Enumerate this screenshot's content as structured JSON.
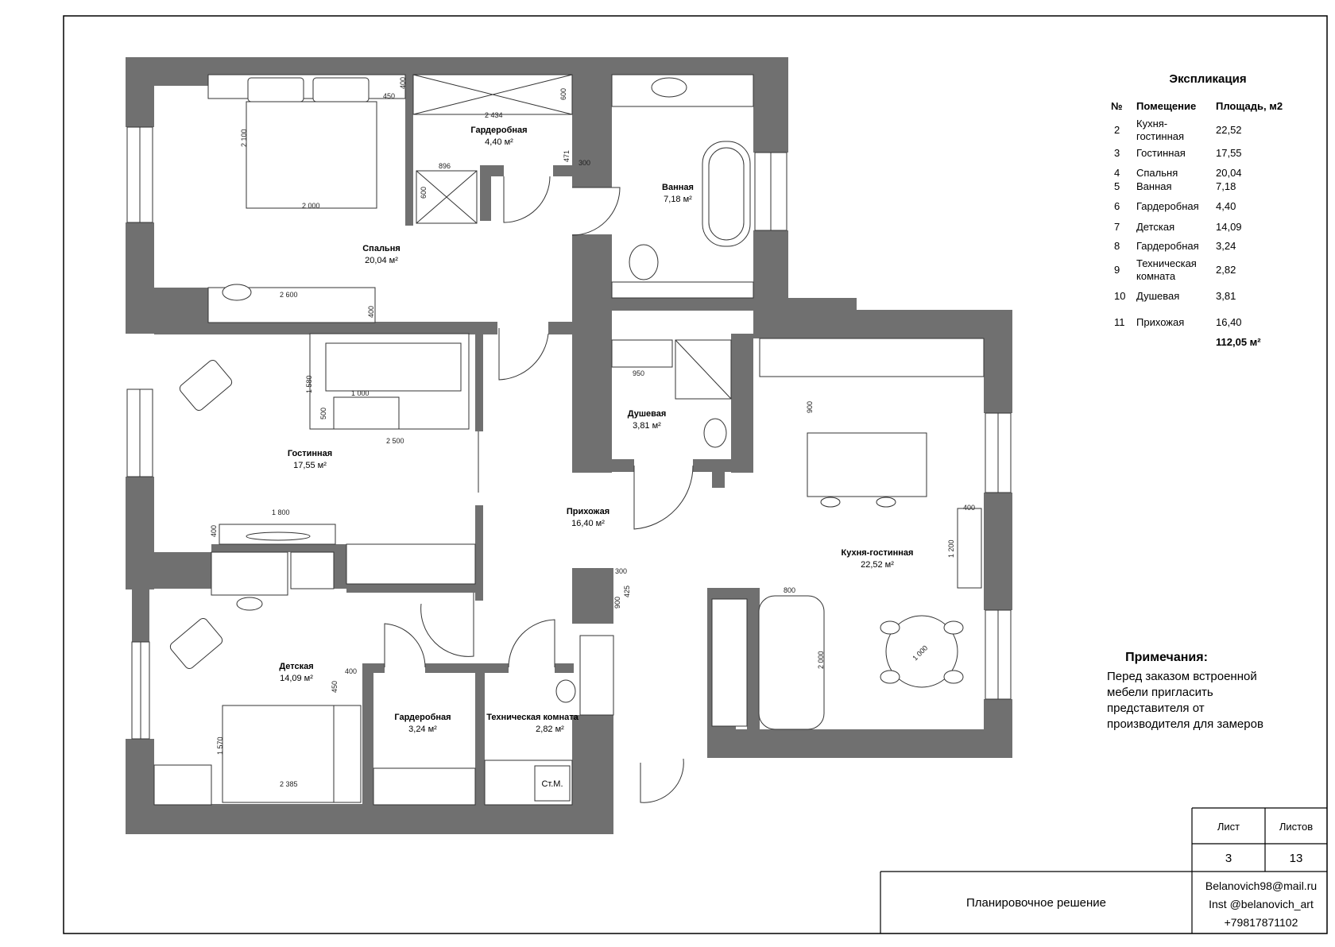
{
  "rooms": [
    {
      "name": "Спальня",
      "area": "20,04 м²"
    },
    {
      "name": "Гардеробная",
      "area": "4,40 м²"
    },
    {
      "name": "Ванная",
      "area": "7,18 м²"
    },
    {
      "name": "Гостинная",
      "area": "17,55 м²"
    },
    {
      "name": "Душевая",
      "area": "3,81 м²"
    },
    {
      "name": "Прихожая",
      "area": "16,40 м²"
    },
    {
      "name": "Кухня-гостинная",
      "area": "22,52 м²"
    },
    {
      "name": "Детская",
      "area": "14,09 м²"
    },
    {
      "name": "Гардеробная",
      "area": "3,24 м²"
    },
    {
      "name": "Техническая комната",
      "area": "2,82 м²"
    }
  ],
  "dimensions": [
    "450",
    "400",
    "2 434",
    "600",
    "2 100",
    "2 000",
    "896",
    "600",
    "471",
    "300",
    "2 600",
    "400",
    "1 580",
    "1 000",
    "500",
    "2 500",
    "950",
    "900",
    "400",
    "1 200",
    "1 800",
    "400",
    "300",
    "425",
    "900",
    "800",
    "2 000",
    "1 000",
    "400",
    "450",
    "1 570",
    "2 385"
  ],
  "fixtures": {
    "meter_label": "Ст.М."
  },
  "legend": {
    "title": "Экспликация",
    "headers": [
      "№",
      "Помещение",
      "Площадь, м2"
    ],
    "rows": [
      {
        "no": "2",
        "name": "Кухня-\nгостинная",
        "area": "22,52"
      },
      {
        "no": "3",
        "name": "Гостинная",
        "area": "17,55"
      },
      {
        "no": "4",
        "name": "Спальня",
        "area": "20,04"
      },
      {
        "no": "5",
        "name": "Ванная",
        "area": "7,18"
      },
      {
        "no": "6",
        "name": "Гардеробная",
        "area": "4,40"
      },
      {
        "no": "7",
        "name": "Детская",
        "area": "14,09"
      },
      {
        "no": "8",
        "name": "Гардеробная",
        "area": "3,24"
      },
      {
        "no": "9",
        "name": "Техническая\nкомната",
        "area": "2,82"
      },
      {
        "no": "10",
        "name": "Душевая",
        "area": "3,81"
      },
      {
        "no": "11",
        "name": "Прихожая",
        "area": "16,40"
      }
    ],
    "total": "112,05 м²"
  },
  "notes": {
    "title": "Примечания:",
    "lines": [
      "Перед заказом встроенной",
      "мебели пригласить",
      "представителя от",
      "производителя для замеров"
    ]
  },
  "title_block": {
    "sheet_label": "Лист",
    "sheets_label": "Листов",
    "sheet": "3",
    "sheets": "13",
    "drawing_title": "Планировочное решение",
    "contacts": [
      "Belanovich98@mail.ru",
      "Inst @belanovich_art",
      "+79817871102"
    ]
  },
  "colors": {
    "wall": "#707070",
    "line": "#333333",
    "background": "#ffffff"
  }
}
